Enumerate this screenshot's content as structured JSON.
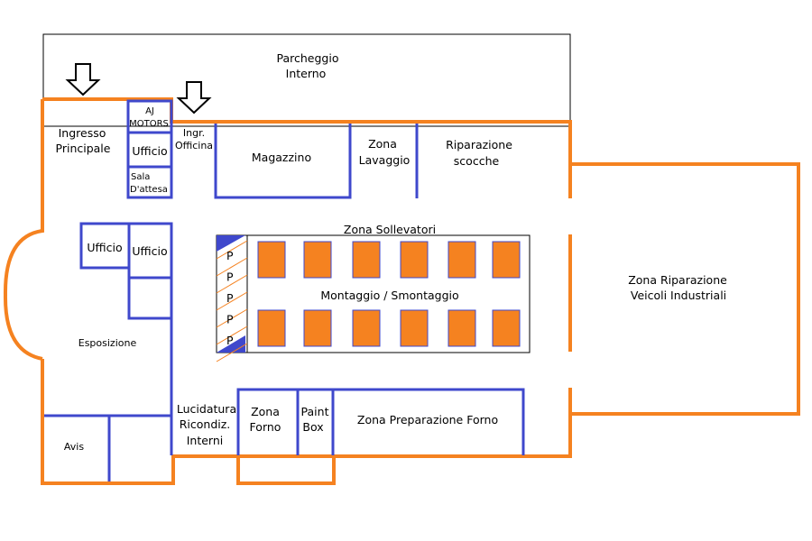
{
  "colors": {
    "outer_wall": "#f58220",
    "inner_wall": "#3f48cc",
    "lift": "#f58220",
    "lift_border": "#3f48cc",
    "parking_stripe": "#f58220",
    "parking_corner": "#3f48cc",
    "parcheggio_border": "#000000"
  },
  "icons": {
    "entrance_arrow": "down-arrow-icon"
  },
  "rooms": {
    "parcheggio_interno": [
      "Parcheggio",
      "Interno"
    ],
    "ingresso_principale": [
      "Ingresso",
      "Principale"
    ],
    "aj_motors": [
      "AJ",
      "MOTORS"
    ],
    "ufficio_top": "Ufficio",
    "sala_attesa": [
      "Sala",
      "D'attesa"
    ],
    "ingr_officina": [
      "Ingr.",
      "Officina"
    ],
    "magazzino": "Magazzino",
    "zona_lavaggio": [
      "Zona",
      "Lavaggio"
    ],
    "riparazione_scocche": [
      "Riparazione",
      "scocche"
    ],
    "ufficio_left": "Ufficio",
    "ufficio_right": "Ufficio",
    "esposizione": "Esposizione",
    "zona_sollevatori": "Zona Sollevatori",
    "montaggio_smontaggio": "Montaggio / Smontaggio",
    "zona_riparazione_veicoli": [
      "Zona Riparazione",
      "Veicoli Industriali"
    ],
    "lucidatura": [
      "Lucidatura",
      "Ricondiz.",
      "Interni"
    ],
    "zona_forno": [
      "Zona",
      "Forno"
    ],
    "paint_box": [
      "Paint",
      "Box"
    ],
    "zona_preparazione_forno": "Zona Preparazione Forno",
    "avis": "Avis"
  },
  "parking_spots": [
    "P",
    "P",
    "P",
    "P",
    "P"
  ],
  "lifts": {
    "top_row": 6,
    "bottom_row": 6
  }
}
